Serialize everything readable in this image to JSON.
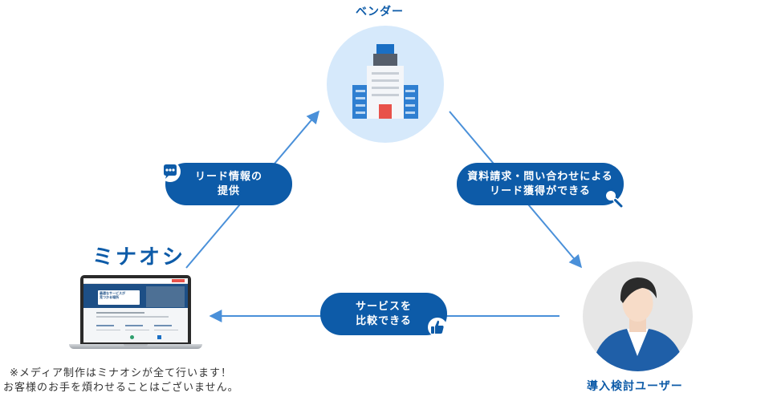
{
  "nodes": {
    "vendor": {
      "label": "ベンダー"
    },
    "user": {
      "label": "導入検討ユーザー"
    },
    "media": {
      "brand": "ミナオシ"
    }
  },
  "edges": {
    "media_to_vendor": {
      "line1": "リード情報の",
      "line2": "提供",
      "icon": "speech-bubble-icon"
    },
    "vendor_to_user": {
      "line1": "資料請求・問い合わせによる",
      "line2": "リード獲得ができる",
      "icon": "magnifier-icon"
    },
    "user_to_media": {
      "line1": "サービスを",
      "line2": "比較できる",
      "icon": "thumbs-up-icon"
    }
  },
  "laptop_screen": {
    "hero_line1": "最適なサービスが",
    "hero_line2": "見つかる場所"
  },
  "note": {
    "line1": "※メディア制作はミナオシが全て行います！",
    "line2": "お客様のお手を煩わせることはございません。"
  },
  "colors": {
    "brand": "#0d5ba8",
    "arrow": "#4a90d9",
    "vendor_circle": "#d6e9fb",
    "user_circle": "#e6e6e6"
  }
}
